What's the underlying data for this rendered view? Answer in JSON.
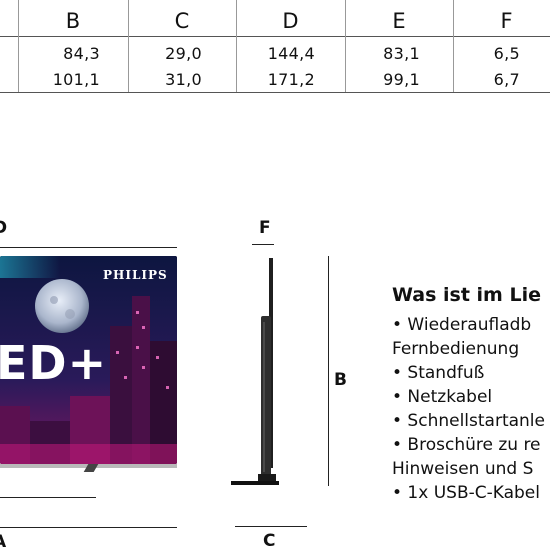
{
  "table": {
    "headers": [
      "B",
      "C",
      "D",
      "E",
      "F"
    ],
    "rows": [
      [
        "84,3",
        "29,0",
        "144,4",
        "83,1",
        "6,5"
      ],
      [
        "101,1",
        "31,0",
        "171,2",
        "99,1",
        "6,7"
      ]
    ]
  },
  "front_view": {
    "top_label_fragment": "D",
    "bottom_label_fragment": "A",
    "brand": "PHILIPS",
    "screen_text": "ED+"
  },
  "side_view": {
    "label_f": "F",
    "label_b": "B",
    "label_c": "C"
  },
  "box_contents": {
    "title": "Was ist im Lie",
    "lines": [
      "• Wiederaufladb",
      "Fernbedienung",
      "• Standfuß",
      "• Netzkabel",
      "• Schnellstartanle",
      "• Broschüre zu re",
      "Hinweisen und S",
      "• 1x USB-C-Kabel"
    ]
  },
  "colors": {
    "screen_magenta": "#c2187a",
    "screen_cyan": "#26c6da",
    "screen_dark": "#0b0b25"
  }
}
